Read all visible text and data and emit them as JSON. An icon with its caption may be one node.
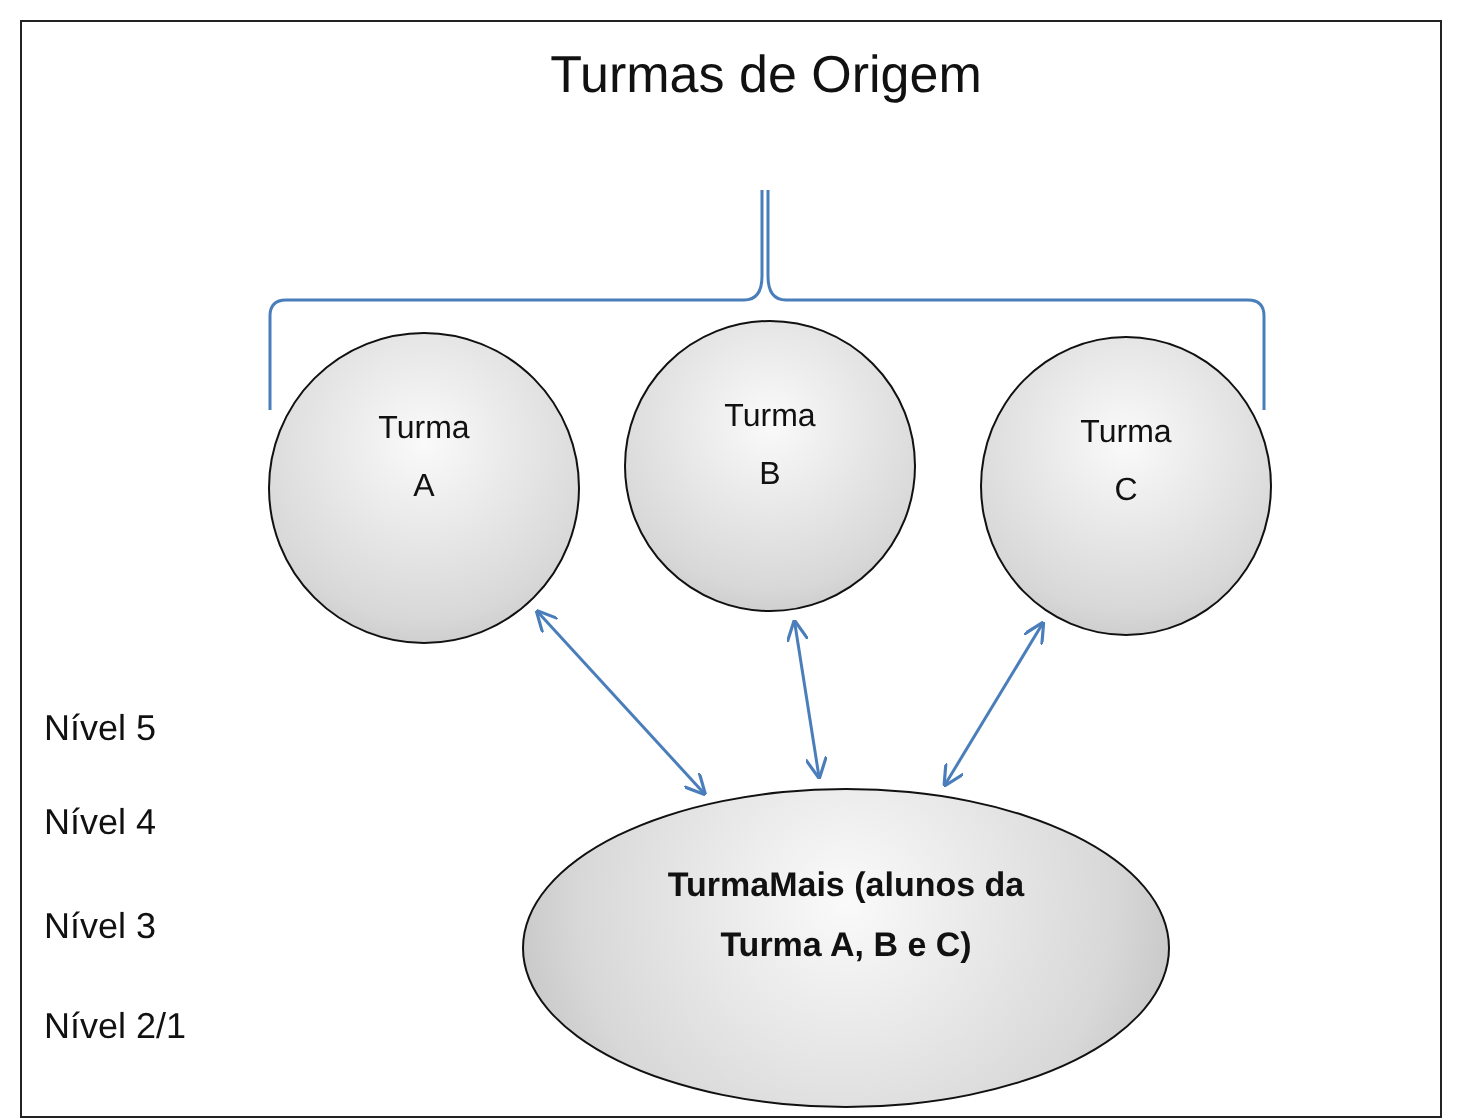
{
  "diagram": {
    "title": "Turmas de Origem",
    "nodes": [
      {
        "text": [
          "Turma A"
        ]
      },
      {
        "text": [
          "Turma B"
        ]
      },
      {
        "text": [
          "Turma C"
        ]
      },
      {
        "text": [
          "TurmaMais (alunos da Turma A, B e C)"
        ]
      }
    ],
    "edges": [
      {
        "from": 0,
        "to": 3,
        "arrow": "both"
      },
      {
        "from": 1,
        "to": 3,
        "arrow": "both"
      },
      {
        "from": 2,
        "to": 3,
        "arrow": "both"
      }
    ],
    "labels": [
      "Nível 5",
      "Nível 4",
      "Nível 3",
      "Nível 2/1"
    ]
  }
}
